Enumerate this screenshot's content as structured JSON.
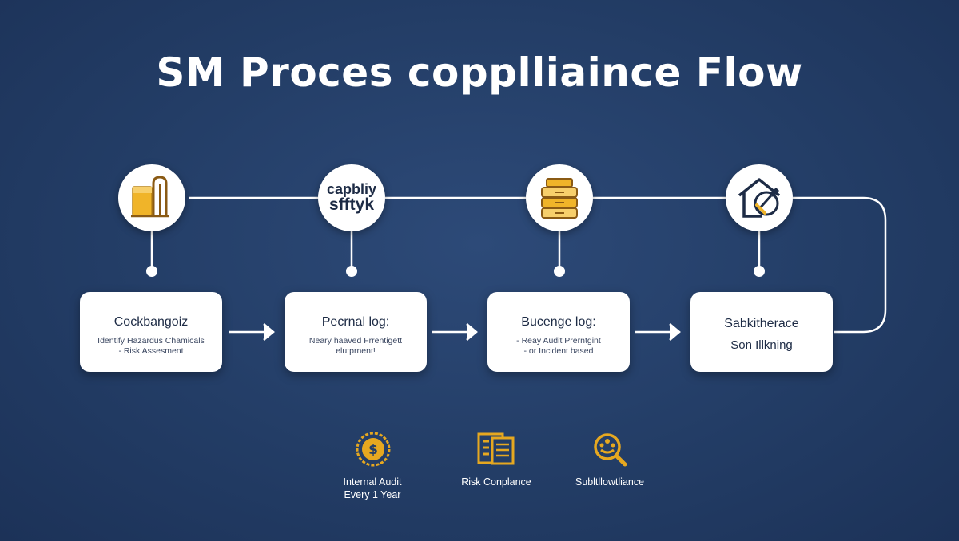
{
  "title": "SM Proces copplliaince Flow",
  "steps": [
    {
      "icon": "cup-and-cylinder-icon",
      "heading": "Cockbangoiz",
      "lines": [
        "Identify Hazardus Chamicals",
        "- Risk Assesment"
      ]
    },
    {
      "icon_text": [
        "capbliy",
        "sfftyk"
      ],
      "heading": "Pecrnal log:",
      "lines": [
        "Neary haaved Frrentigett",
        "elutprnent!"
      ]
    },
    {
      "icon": "stacked-drawers-icon",
      "heading": "Bucenge log:",
      "lines": [
        "- Reay Audit Prerntgint",
        "- or Incident based"
      ]
    },
    {
      "icon": "house-and-tools-icon",
      "heading": "Sabkitherace",
      "lines": [
        "Son Illkning"
      ]
    }
  ],
  "footer": [
    {
      "icon": "coin-icon",
      "lines": [
        "Internal Audit",
        "Every 1 Year"
      ]
    },
    {
      "icon": "document-list-icon",
      "lines": [
        "Risk Conplance"
      ]
    },
    {
      "icon": "magnifier-icon",
      "lines": [
        "Subltllowtliance"
      ]
    }
  ],
  "colors": {
    "background": "#233d66",
    "accent": "#e6a820",
    "card": "#ffffff",
    "text_dark": "#1d2b45",
    "connector": "#ffffff"
  }
}
